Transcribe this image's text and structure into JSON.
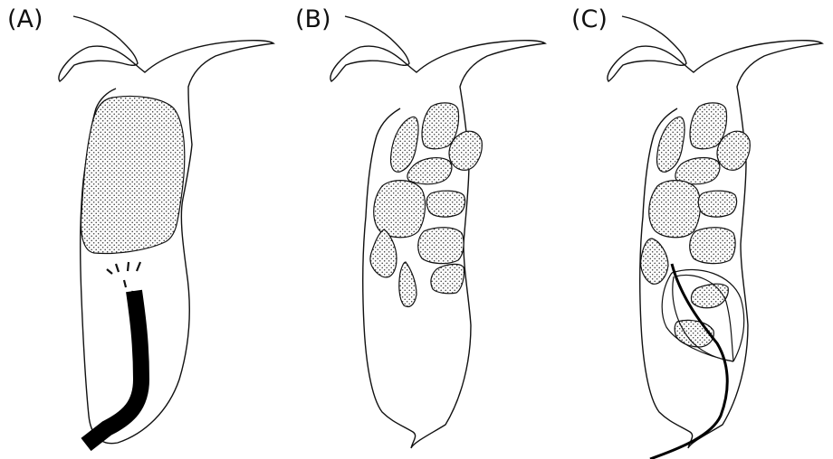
{
  "panels": [
    {
      "label": "(A)"
    },
    {
      "label": "(B)"
    },
    {
      "label": "(C)"
    }
  ],
  "colors": {
    "outline": "#111111",
    "stipple": "#333333",
    "background": "#ffffff"
  }
}
